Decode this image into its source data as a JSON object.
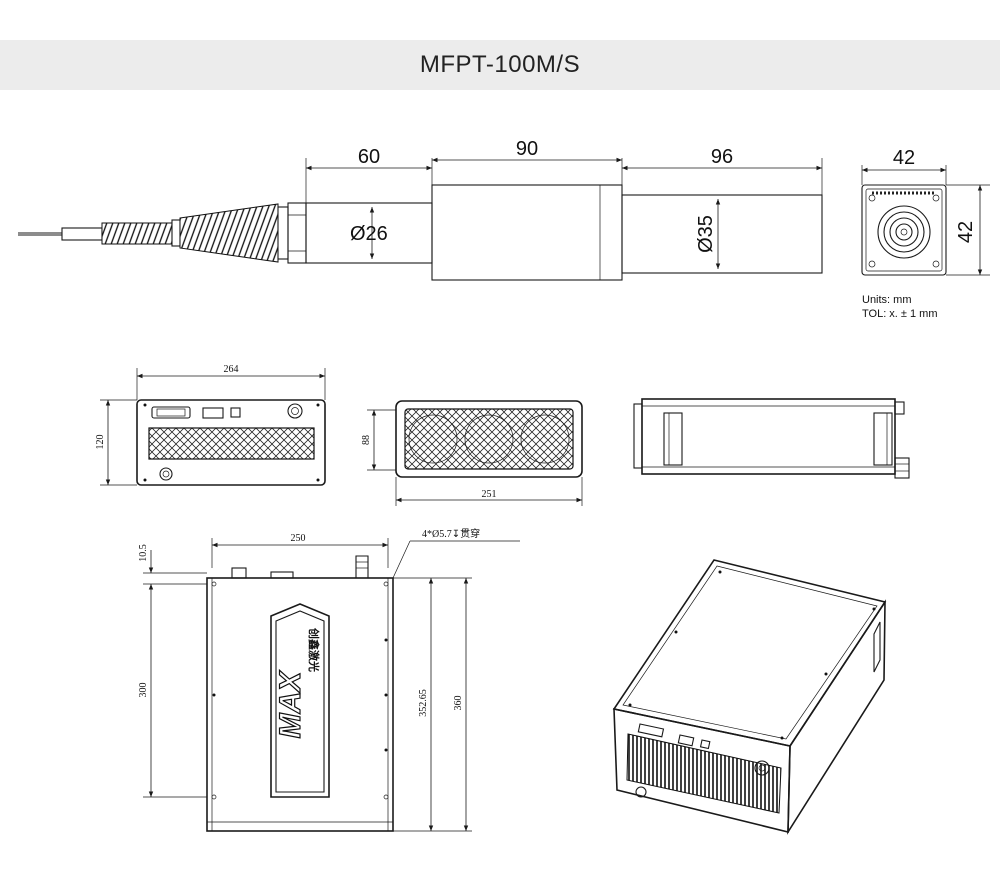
{
  "title": "MFPT-100M/S",
  "laser_head": {
    "dim_60": "60",
    "dim_90": "90",
    "dim_96": "96",
    "dim_dia26": "Ø26",
    "dim_dia35": "Ø35"
  },
  "end_view": {
    "dim_width": "42",
    "dim_height": "42"
  },
  "units_note": {
    "line1": "Units: mm",
    "line2": "TOL: x. ± 1 mm"
  },
  "front_view": {
    "dim_width": "264",
    "dim_height": "120"
  },
  "back_view": {
    "dim_width": "251",
    "dim_height": "88"
  },
  "top_view": {
    "dim_width": "250",
    "dim_offset": "10.5",
    "dim_300": "300",
    "dim_352": "352.65",
    "dim_360": "360",
    "hole_note": "4*Ø5.7↧贯穿",
    "brand": "MAX",
    "brand_cn": "创鑫激光"
  },
  "colors": {
    "title_bar": "#ececec",
    "line": "#1a1a1a"
  }
}
